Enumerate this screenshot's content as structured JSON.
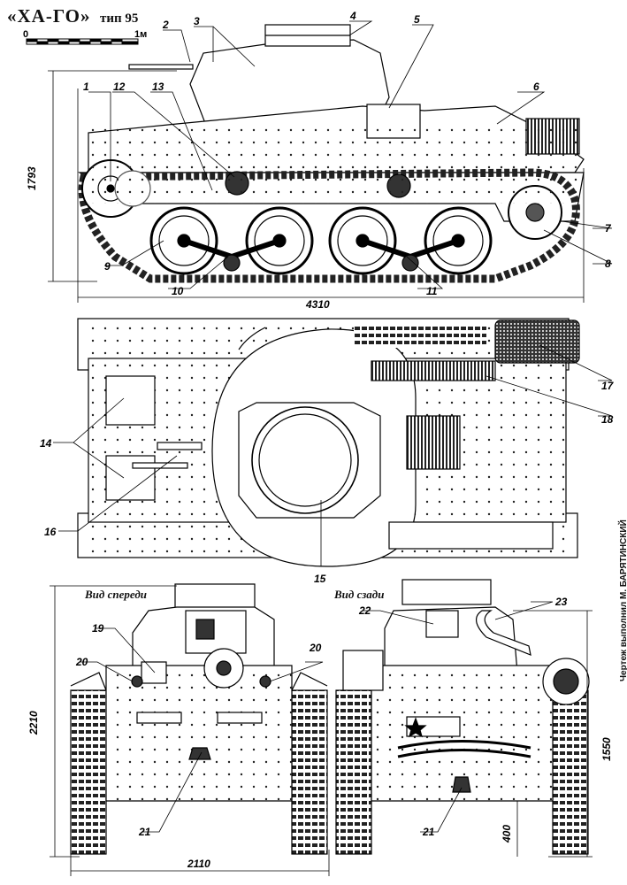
{
  "title": {
    "name": "«ХА-ГО»",
    "type": "тип 95"
  },
  "scale_bar": {
    "start": "0",
    "end": "1м"
  },
  "views": {
    "front": "Вид спереди",
    "rear": "Вид сзади"
  },
  "credit": "Чертеж выполнил М. БАРЯТИНСКИЙ",
  "dimensions": {
    "height": "1793",
    "length": "4310",
    "width_height": "2210",
    "width": "2110",
    "rear_height": "1550",
    "clearance": "400"
  },
  "callouts": [
    "1",
    "2",
    "3",
    "4",
    "5",
    "6",
    "7",
    "8",
    "9",
    "10",
    "11",
    "12",
    "13",
    "14",
    "15",
    "16",
    "17",
    "18",
    "19",
    "20",
    "21",
    "22",
    "23"
  ]
}
